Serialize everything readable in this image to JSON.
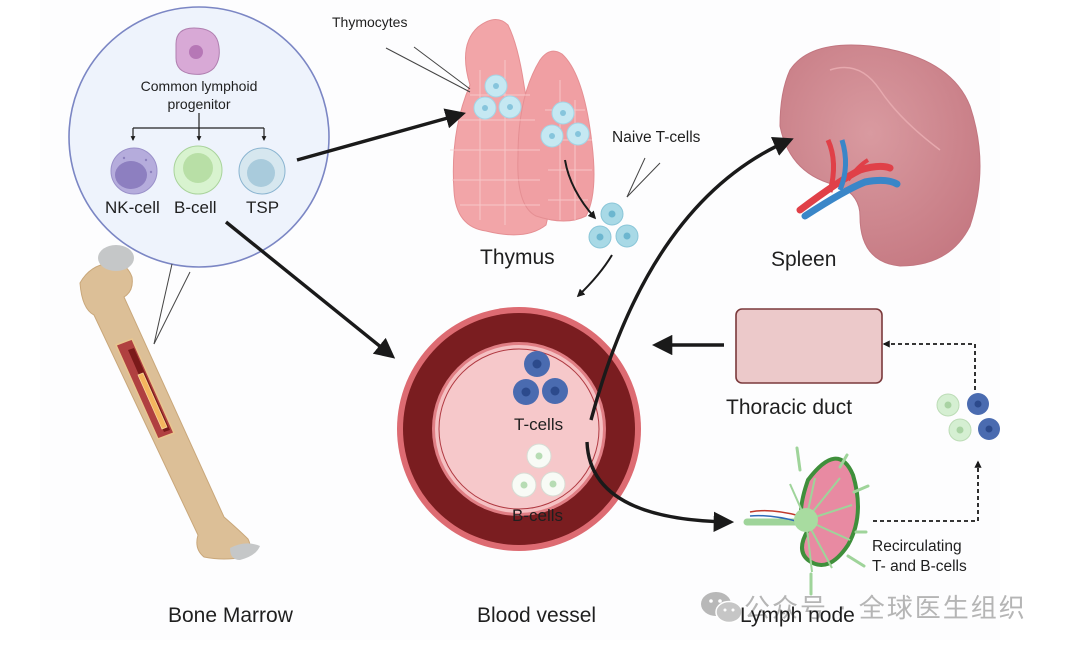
{
  "diagram": {
    "title": "",
    "nodes": {
      "progenitor_circle": {
        "progenitor_label_line1": "Common lymphoid",
        "progenitor_label_line2": "progenitor",
        "children": [
          "NK-cell",
          "B-cell",
          "TSP"
        ]
      },
      "bone_marrow": "Bone Marrow",
      "thymus": "Thymus",
      "thymocytes": "Thymocytes",
      "naive_t_cells": "Naive T-cells",
      "spleen": "Spleen",
      "blood_vessel": "Blood vessel",
      "t_cells": "T-cells",
      "b_cells": "B-cells",
      "thoracic_duct": "Thoracic duct",
      "lymph_node": "Lymph node",
      "recirculating_line1": "Recirculating",
      "recirculating_line2": "T- and B-cells"
    },
    "edges": [
      {
        "from": "TSP",
        "to": "Thymus",
        "style": "solid"
      },
      {
        "from": "B-cell",
        "to": "Blood vessel",
        "style": "solid"
      },
      {
        "from": "Thymus",
        "to": "Naive T-cells",
        "style": "solid"
      },
      {
        "from": "Naive T-cells",
        "to": "Blood vessel",
        "style": "solid"
      },
      {
        "from": "Blood vessel",
        "to": "Spleen",
        "style": "solid"
      },
      {
        "from": "Blood vessel",
        "to": "Lymph node",
        "style": "solid"
      },
      {
        "from": "Thoracic duct",
        "to": "Blood vessel",
        "style": "solid"
      },
      {
        "from": "Lymph node",
        "to": "Recirculating T- and B-cells",
        "style": "dashed"
      },
      {
        "from": "Recirculating T- and B-cells",
        "to": "Thoracic duct",
        "style": "dashed"
      }
    ],
    "colors": {
      "progenitor_bg": "#eef3fc",
      "progenitor_border": "#7b86c4",
      "clp_cell": "#d8a9d6",
      "nk_cell": "#a59ad0",
      "b_cell": "#d5f2cd",
      "tsp_cell": "#cfe2ec",
      "thymus": "#f2a7a9",
      "thymocyte": "#bfe4ef",
      "spleen": "#d6878f",
      "vessel_outer": "#7b1b1f",
      "vessel_ring": "#df6d73",
      "vessel_lumen": "#f6c5c8",
      "t_cell": "#4a6bb0",
      "duct_fill": "#ecc9ca",
      "duct_border": "#7b3a3c",
      "lymph_node": "#3f8f3b",
      "bone": "#ddc19a",
      "marrow": "#a52a2a",
      "arrow": "#1a1a1a"
    },
    "watermark": {
      "icon": "wechat-icon",
      "text": "公众号 · 全球医生组织"
    }
  }
}
